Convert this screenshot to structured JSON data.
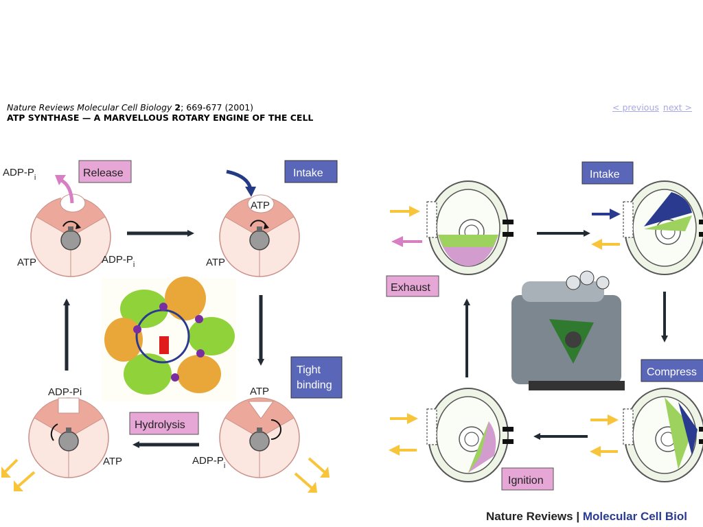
{
  "header": {
    "journal_italic": "Nature Reviews Molecular Cell Biology",
    "volume": "2",
    "pages": "; 669-677 (2001)",
    "title": "ATP SYNTHASE — A MARVELLOUS ROTARY ENGINE OF THE CELL"
  },
  "nav": {
    "previous": "< previous",
    "next": "next >"
  },
  "left_panel": {
    "release": "Release",
    "intake": "Intake",
    "tight_binding_1": "Tight",
    "tight_binding_2": "binding",
    "hydrolysis": "Hydrolysis",
    "adp_pi_top": "ADP-P",
    "atp_tl_bottom": "ATP",
    "adp_pi_tl": "ADP-P",
    "atp_tr_top": "ATP",
    "atp_tr_left": "ATP",
    "atp_br_top": "ATP",
    "adp_pi_br": "ADP-P",
    "adp_pi_bl": "ADP-Pi",
    "atp_bl": "ATP",
    "subscript_i": "i"
  },
  "right_panel": {
    "intake": "Intake",
    "exhaust": "Exhaust",
    "compress": "Compress",
    "ignition": "Ignition"
  },
  "footer": {
    "brand": "Nature Reviews",
    "separator": "|",
    "journal": "Molecular Cell Biol"
  },
  "colors": {
    "label_box_pink": "#e6a6d6",
    "label_box_blue": "#5a67b8",
    "arrow_yellow": "#f8c43a",
    "arrow_dark": "#222a33"
  }
}
